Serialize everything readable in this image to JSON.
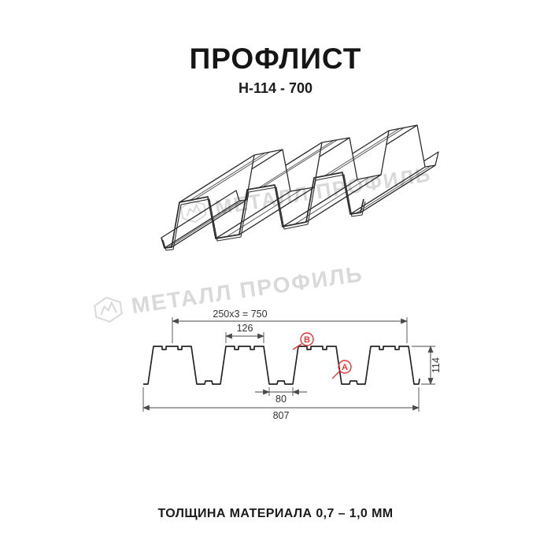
{
  "page": {
    "background": "#ffffff"
  },
  "header": {
    "title": "ПРОФЛИСТ",
    "subtitle": "Н-114 - 700"
  },
  "watermark": {
    "text": "МЕТАЛЛ ПРОФИЛЬ",
    "color": "#d9d9d9"
  },
  "drawing": {
    "dims": {
      "pitch_total": "250x3 = 750",
      "crest_top_width": "126",
      "profile_height": "114",
      "trough_bottom_width": "80",
      "overall_width": "807"
    },
    "markers": {
      "a": "А",
      "b": "В"
    },
    "colors": {
      "line": "#2e2e2e",
      "dimension": "#4a4a4a",
      "marker": "#e03a3a"
    }
  },
  "footer": {
    "caption": "ТОЛЩИНА МАТЕРИАЛА 0,7 – 1,0 ММ"
  }
}
